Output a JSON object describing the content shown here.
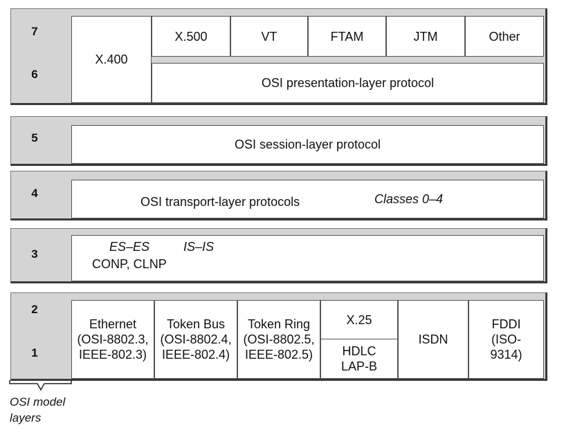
{
  "layers": {
    "l7": "7",
    "l6": "6",
    "l5": "5",
    "l4": "4",
    "l3": "3",
    "l2": "2",
    "l1": "1"
  },
  "app_layer": {
    "x400": "X.400",
    "apps": [
      "X.500",
      "VT",
      "FTAM",
      "JTM",
      "Other"
    ],
    "presentation": "OSI presentation-layer protocol"
  },
  "session": {
    "label": "OSI session-layer protocol"
  },
  "transport": {
    "label": "OSI transport-layer protocols",
    "classes": "Classes 0–4"
  },
  "network": {
    "es_es": "ES–ES",
    "is_is": "IS–IS",
    "protocols": "CONP, CLNP"
  },
  "lower": {
    "ethernet": [
      "Ethernet",
      "(OSI-8802.3,",
      "IEEE-802.3)"
    ],
    "token_bus": [
      "Token Bus",
      "(OSI-8802.4,",
      "IEEE-802.4)"
    ],
    "token_ring": [
      "Token Ring",
      "(OSI-8802.5,",
      "IEEE-802.5)"
    ],
    "x25": "X.25",
    "hdlc": [
      "HDLC",
      "LAP-B"
    ],
    "isdn": "ISDN",
    "fddi": [
      "FDDI",
      "(ISO-",
      "9314)"
    ]
  },
  "footnote": [
    "OSI model",
    "layers"
  ]
}
